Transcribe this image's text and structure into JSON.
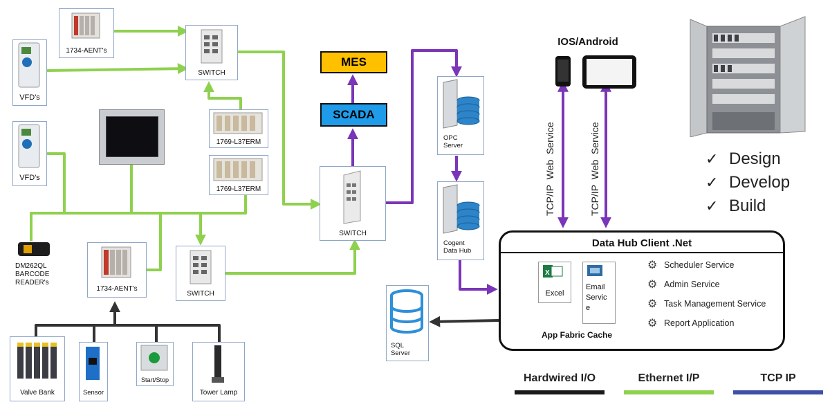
{
  "nodes": {
    "aent_top": "1734-AENT's",
    "vfd_top": "VFD's",
    "vfd_mid": "VFD's",
    "switch_top": "SWITCH",
    "plc_1": "1769-L37ERM",
    "plc_2": "1769-L37ERM",
    "switch_main": "SWITCH",
    "switch_bottom": "SWITCH",
    "barcode": "DM262QL\nBARCODE\nREADER's",
    "aent_bottom": "1734-AENT's",
    "valve_bank": "Valve Bank",
    "sensor": "Sensor",
    "start_stop": "Start/Stop",
    "tower_lamp": "Tower Lamp",
    "mes": "MES",
    "scada": "SCADA",
    "opc_server": "OPC\nServer",
    "cogent": "Cogent\nData Hub",
    "sql_server": "SQL\nServer",
    "mobile_title": "IOS/Android",
    "tcp_web_1": "TCP/IP  Web  Service",
    "tcp_web_2": "TCP/IP  Web  Service"
  },
  "data_hub": {
    "title": "Data Hub Client .Net",
    "excel": "Excel",
    "email": "Email\nServic\ne",
    "app_fabric": "App Fabric Cache",
    "services": [
      {
        "label": "Scheduler Service",
        "icon": "gear-icon"
      },
      {
        "label": "Admin Service",
        "icon": "gear-icon"
      },
      {
        "label": "Task Management Service",
        "icon": "gear-icon"
      },
      {
        "label": "Report Application",
        "icon": "gear-icon"
      }
    ]
  },
  "checklist": [
    "Design",
    "Develop",
    "Build"
  ],
  "legend": [
    {
      "label": "Hardwired I/O",
      "color": "#1a1a1a"
    },
    {
      "label": "Ethernet I/P",
      "color": "#8fd14f"
    },
    {
      "label": "TCP IP",
      "color": "#3f4fa8"
    }
  ],
  "colors": {
    "green": "#8fd14f",
    "purple": "#7a35b8",
    "black": "#333333",
    "mes_fill": "#ffc000",
    "scada_fill": "#1e9be9"
  }
}
